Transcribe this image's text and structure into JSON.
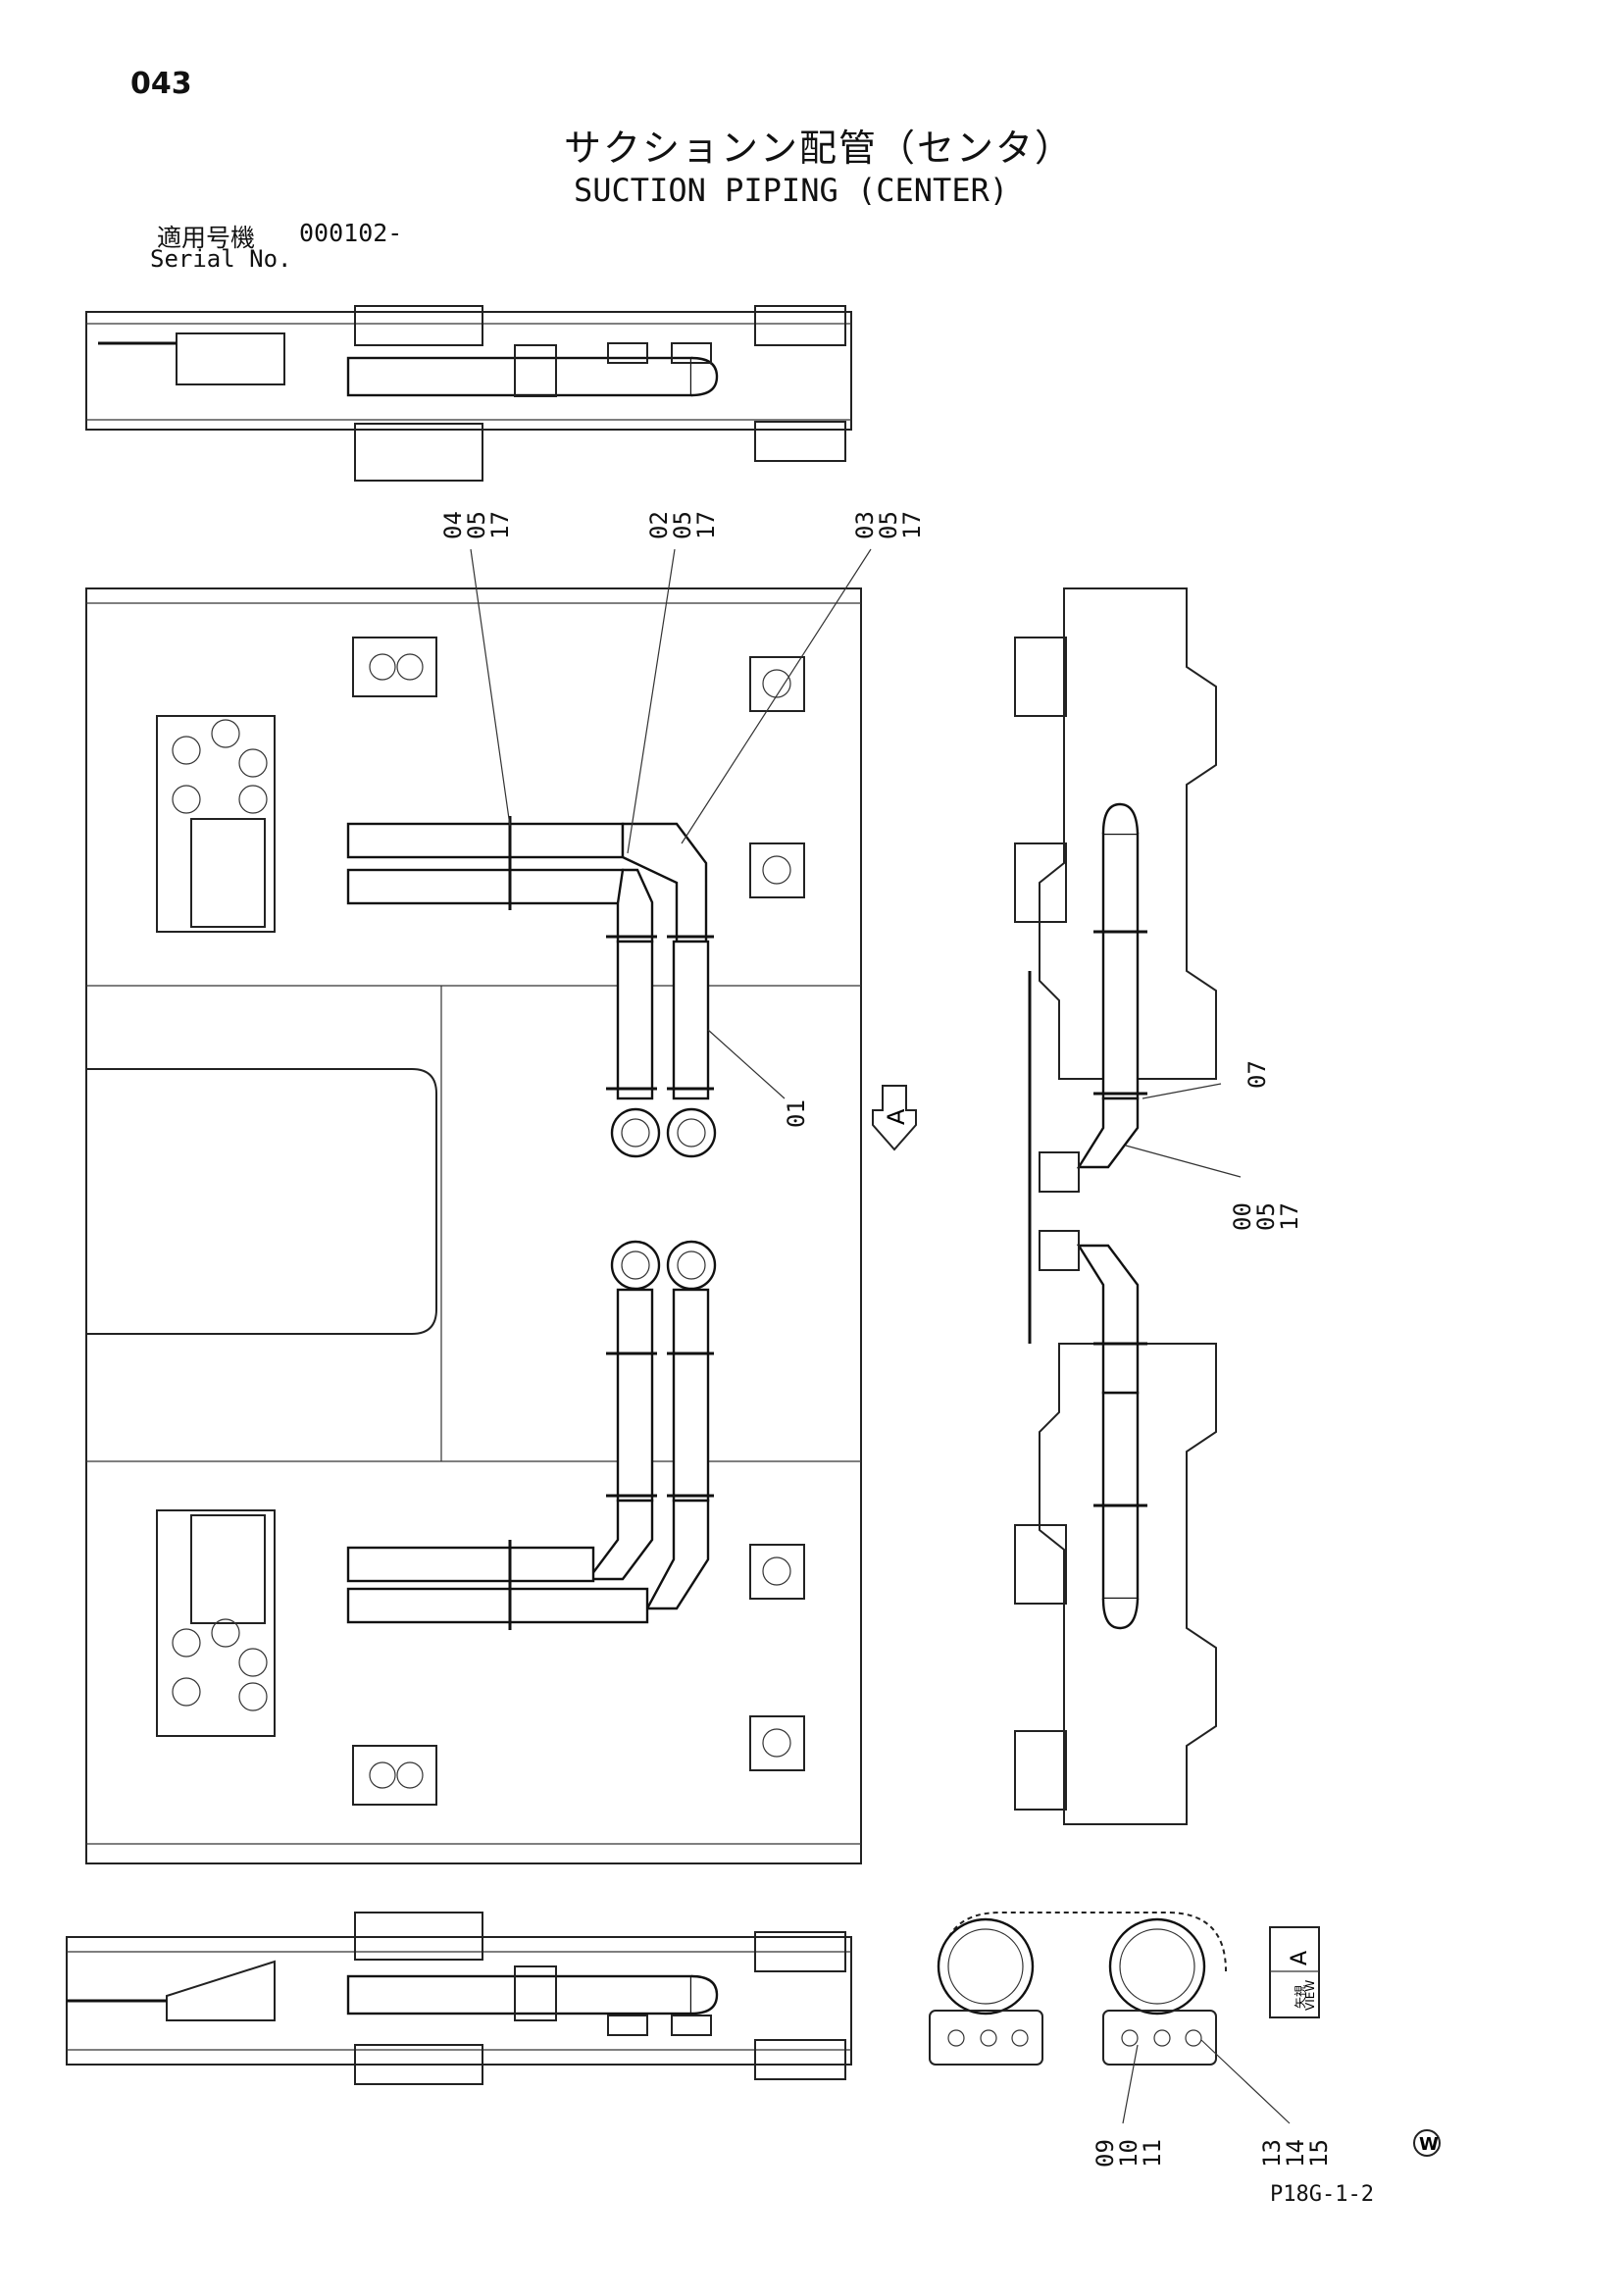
{
  "header": {
    "page_number": "043",
    "title_jp": "サクションン配管（センタ）",
    "title_en": "SUCTION PIPING (CENTER)",
    "serial_label_jp": "適用号機",
    "serial_value": "000102-",
    "serial_label_en": "Serial No."
  },
  "callouts": {
    "c1": [
      "04",
      "05",
      "17"
    ],
    "c2": [
      "02",
      "05",
      "17"
    ],
    "c3": [
      "03",
      "05",
      "17"
    ],
    "c4": "01",
    "c5": "07",
    "c6": [
      "00",
      "05",
      "17"
    ],
    "c7": [
      "09",
      "10",
      "11"
    ],
    "c8": [
      "13",
      "14",
      "15"
    ]
  },
  "symbols": {
    "view_arrow_letter": "A",
    "view_label_jp": "矢視",
    "view_label_en": "VIEW",
    "view_letter": "A",
    "w_mark": "W"
  },
  "footer": {
    "drawing_code": "P18G-1-2"
  }
}
